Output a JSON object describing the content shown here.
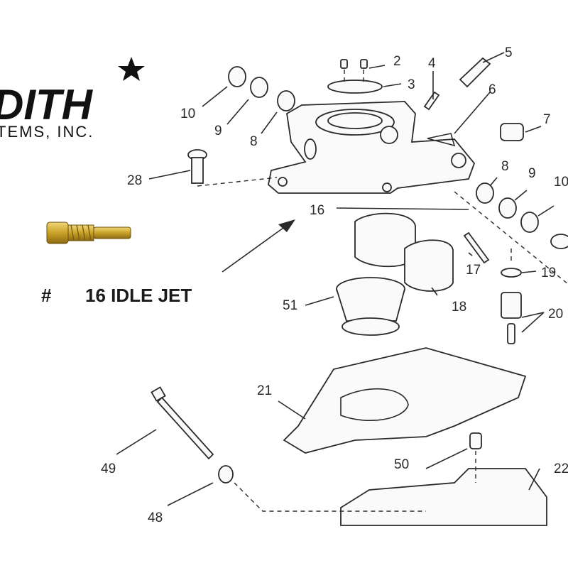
{
  "logo": {
    "text": "DITH",
    "subtitle": "TEMS, INC."
  },
  "part_label": {
    "hash": "#",
    "text": "16  IDLE JET"
  },
  "callouts": {
    "c2": "2",
    "c3": "3",
    "c4": "4",
    "c5": "5",
    "c6": "6",
    "c7": "7",
    "c8a": "8",
    "c8b": "8",
    "c9a": "9",
    "c9b": "9",
    "c10a": "10",
    "c10b": "10",
    "c16": "16",
    "c17": "17",
    "c18": "18",
    "c19": "19",
    "c20": "20",
    "c21": "21",
    "c22": "22",
    "c28": "28",
    "c48": "48",
    "c49": "49",
    "c50": "50",
    "c51": "51"
  },
  "colors": {
    "jet_brass": "#c9a227",
    "ink": "#2a2a2a",
    "background": "#ffffff"
  },
  "icons": [
    "star-icon"
  ]
}
